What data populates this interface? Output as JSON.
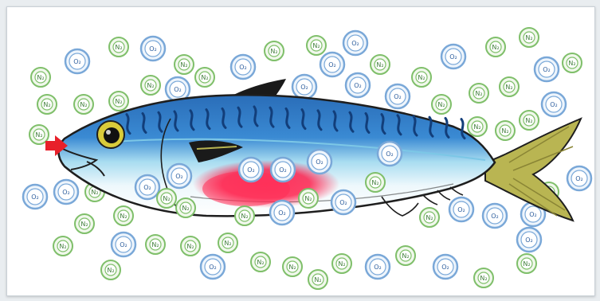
{
  "figure": {
    "colors": {
      "background": "#ffffff",
      "n2_ring": "#7fbf6a",
      "n2_text": "#3f7d3a",
      "o2_ring": "#7aa8d8",
      "o2_text": "#2f5f9e",
      "fish_back": "#2f79c4",
      "fish_stripes": "#123e7a",
      "fish_belly": "#ffffff",
      "fish_mid": "#9ed3ea",
      "tail": "#b9b552",
      "arrow": "#e8202a",
      "gill_blood": "#ff1744"
    },
    "molecule_labels": {
      "nitrogen": "N₂",
      "oxygen": "O₂"
    },
    "icons": {
      "fish": "mackerel-fish",
      "arrow": "water-inflow-arrow",
      "gill": "red-gill-patch"
    }
  }
}
